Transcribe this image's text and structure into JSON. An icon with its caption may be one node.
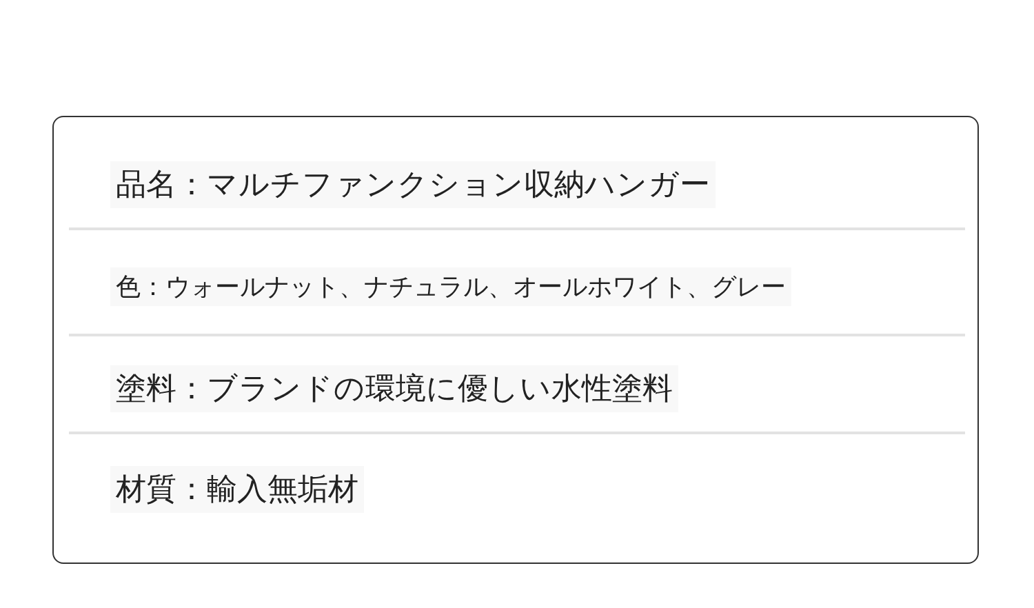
{
  "diagram": {
    "labels": [
      "品名：マルチファンクション収納ハンガー",
      "色：ウォールナット、ナチュラル、オールホワイト、グレー",
      "塗料：ブランドの環境に優しい水性塗料",
      "材質：輸入無垢材"
    ]
  }
}
